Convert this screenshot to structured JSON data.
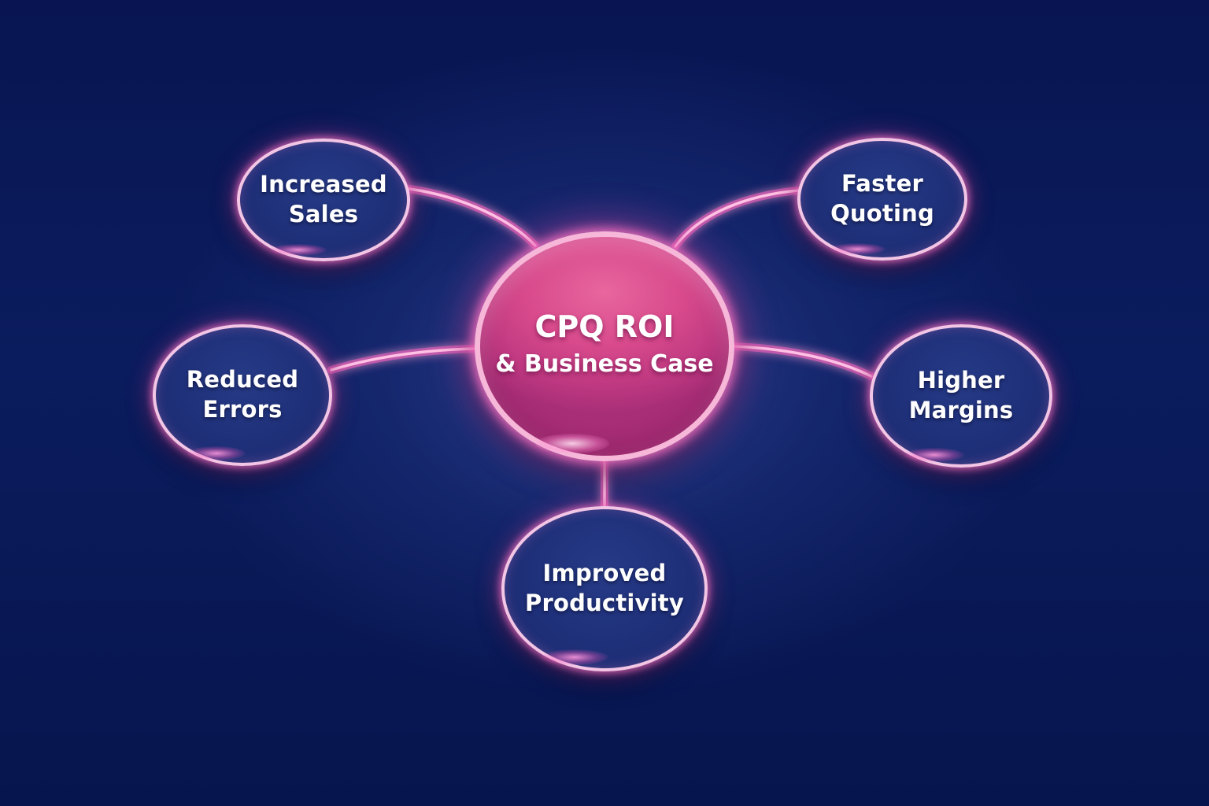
{
  "diagram": {
    "type": "hub-and-spoke mind map",
    "center": {
      "title": "CPQ ROI",
      "subtitle": "& Business Case"
    },
    "nodes": [
      {
        "id": "increased-sales",
        "line1": "Increased",
        "line2": "Sales",
        "position": "top-left"
      },
      {
        "id": "faster-quoting",
        "line1": "Faster",
        "line2": "Quoting",
        "position": "top-right"
      },
      {
        "id": "reduced-errors",
        "line1": "Reduced",
        "line2": "Errors",
        "position": "middle-left"
      },
      {
        "id": "higher-margins",
        "line1": "Higher",
        "line2": "Margins",
        "position": "middle-right"
      },
      {
        "id": "improved-productivity",
        "line1": "Improved",
        "line2": "Productivity",
        "position": "bottom"
      }
    ],
    "edges": [
      {
        "from": "center",
        "to": "increased-sales"
      },
      {
        "from": "center",
        "to": "faster-quoting"
      },
      {
        "from": "center",
        "to": "reduced-errors"
      },
      {
        "from": "center",
        "to": "higher-margins"
      },
      {
        "from": "center",
        "to": "improved-productivity"
      }
    ]
  },
  "colors": {
    "background": "#0a1a5c",
    "center_fill": "#d04a8a",
    "node_fill": "#1f3078",
    "border_glow": "#f3c6e6",
    "connector": "#ff9ad0",
    "text": "#ffffff"
  }
}
